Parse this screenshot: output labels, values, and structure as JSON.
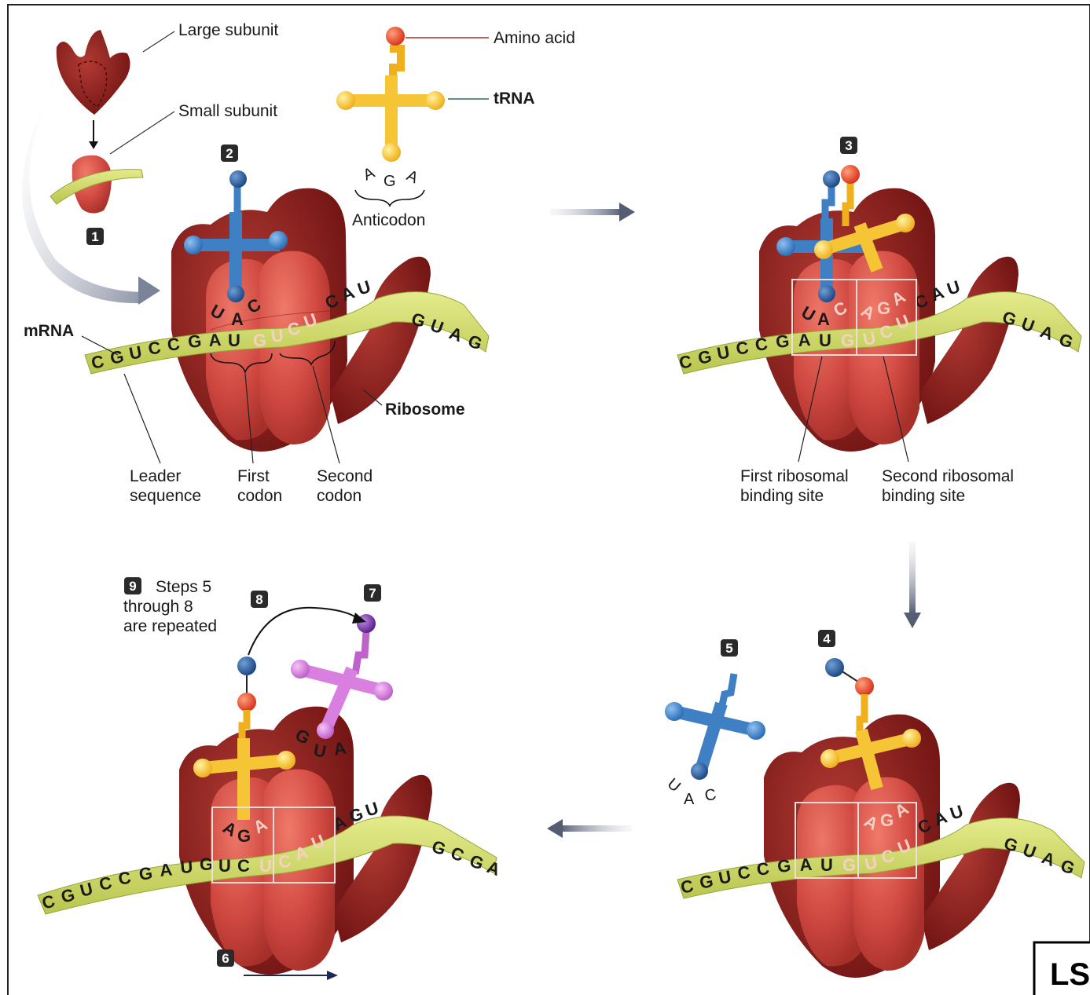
{
  "labels": {
    "large_subunit": "Large subunit",
    "small_subunit": "Small subunit",
    "amino_acid": "Amino acid",
    "trna": "tRNA",
    "anticodon": "Anticodon",
    "mrna": "mRNA",
    "ribosome": "Ribosome",
    "leader_sequence": [
      "Leader",
      "sequence"
    ],
    "first_codon": [
      "First",
      "codon"
    ],
    "second_codon": [
      "Second",
      "codon"
    ],
    "first_binding_site": [
      "First ribosomal",
      "binding site"
    ],
    "second_binding_site": [
      "Second ribosomal",
      "binding site"
    ],
    "step9_text": [
      "Steps 5",
      "through 8",
      "are repeated"
    ],
    "corner_tag": "LS"
  },
  "steps": {
    "s1": "1",
    "s2": "2",
    "s3": "3",
    "s4": "4",
    "s5": "5",
    "s6": "6",
    "s7": "7",
    "s8": "8",
    "s9": "9"
  },
  "sequences": {
    "anticodon_top": [
      "A",
      "G",
      "A"
    ],
    "panel1_left": [
      "C",
      "G",
      "U",
      "C",
      "C",
      "G",
      "A",
      "U"
    ],
    "panel1_inner": [
      "G",
      "U",
      "C",
      "U"
    ],
    "panel1_right_a": [
      "C",
      "A",
      "U"
    ],
    "panel1_right_b": [
      "G",
      "U",
      "A",
      "G"
    ],
    "panel1_anticodon": [
      "U",
      "A",
      "C"
    ],
    "panel2_left": [
      "C",
      "G",
      "U",
      "C",
      "C",
      "G",
      "A",
      "U"
    ],
    "panel2_g": "G",
    "panel2_inner": [
      "U",
      "C",
      "U"
    ],
    "panel2_right_a": [
      "C",
      "A",
      "U"
    ],
    "panel2_right_b": [
      "G",
      "U",
      "A",
      "G"
    ],
    "panel2_anti1": [
      "U",
      "A",
      "C"
    ],
    "panel2_anti2": [
      "A",
      "G",
      "A"
    ],
    "panel3_left": [
      "C",
      "G",
      "U",
      "C",
      "C",
      "G",
      "A",
      "U"
    ],
    "panel3_g": "G",
    "panel3_inner": [
      "U",
      "C",
      "U"
    ],
    "panel3_right_a": [
      "C",
      "A",
      "U"
    ],
    "panel3_right_b": [
      "G",
      "U",
      "A",
      "G"
    ],
    "panel3_anti": [
      "A",
      "G",
      "A"
    ],
    "panel3_released": [
      "U",
      "A",
      "C"
    ],
    "panel4_left": [
      "C",
      "G",
      "U",
      "C",
      "C",
      "G",
      "A",
      "U",
      "G"
    ],
    "panel4_inner": [
      "U",
      "C",
      "U"
    ],
    "panel4_right_a": [
      "C",
      "A",
      "U"
    ],
    "panel4_right_b": [
      "A",
      "G",
      "U"
    ],
    "panel4_right_c": [
      "G",
      "C",
      "G",
      "A"
    ],
    "panel4_anti": [
      "A",
      "G",
      "A"
    ],
    "panel4_anti_new": [
      "G",
      "U",
      "A"
    ]
  },
  "colors": {
    "ribosome_dark": "#8b1a1a",
    "ribosome_mid": "#b52e2a",
    "ribosome_light": "#d9524a",
    "mrna_strip": "#cdd86a",
    "trna_blue": "#3f7fc4",
    "trna_yellow": "#f5c536",
    "trna_violet": "#d97fe0",
    "amino_red": "#e0452a",
    "amino_blue": "#2f5f9c",
    "amino_violet": "#7b3aa8",
    "arrow_gray": "#6e7688"
  }
}
